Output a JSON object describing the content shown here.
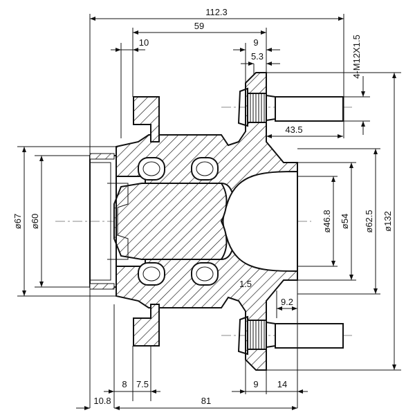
{
  "drawing": {
    "title": "Wheel hub bearing assembly",
    "dimensions": {
      "overall_length": "112.3",
      "flange_to_face": "59",
      "left_flange": "10",
      "flange_thickness_top": "9",
      "stud_seat": "5.3",
      "stud_thread": "4-M12X1.5",
      "stud_length": "43.5",
      "dia_67": "ø67",
      "dia_60": "ø60",
      "dia_46_8": "ø46.8",
      "dia_54": "ø54",
      "dia_62_5": "ø62.5",
      "dia_132": "ø132",
      "chamfer": "1.5",
      "pilot": "9.2",
      "bottom_10_8": "10.8",
      "bottom_8": "8",
      "bottom_7_5": "7.5",
      "bottom_81": "81",
      "bottom_9": "9",
      "bottom_14": "14"
    }
  }
}
